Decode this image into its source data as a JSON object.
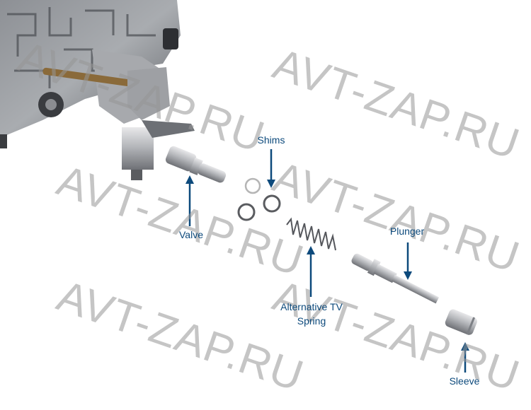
{
  "labels": {
    "shims": "Shims",
    "valve": "Valve",
    "plunger": "Plunger",
    "spring_line1": "Alternative TV",
    "spring_line2": "Spring",
    "sleeve": "Sleeve"
  },
  "watermark": "AVT-ZAP.RU",
  "colors": {
    "label": "#0d4a7c",
    "watermark": "#969696"
  }
}
